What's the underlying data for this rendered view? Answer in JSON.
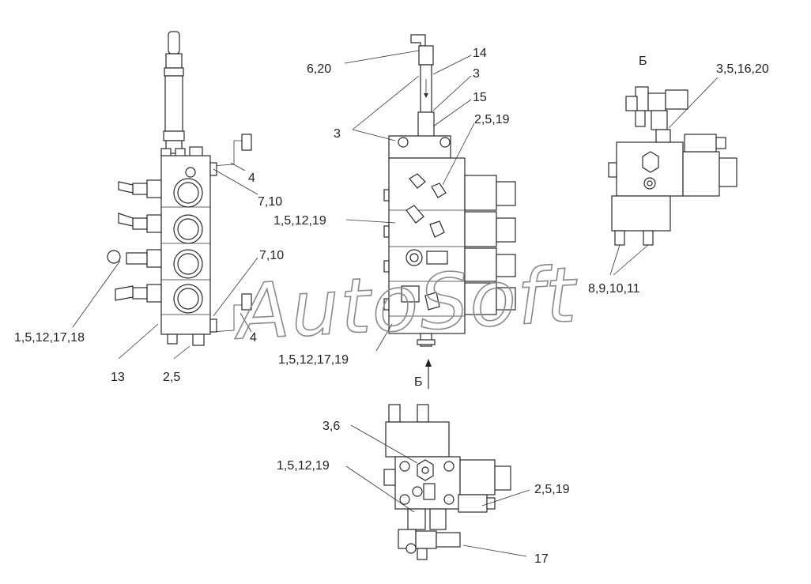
{
  "callouts": {
    "c_6_20": "6,20",
    "c_14": "14",
    "c_3_top": "3",
    "c_15": "15",
    "c_2_5_19_top": "2,5,19",
    "c_3_left": "3",
    "c_4_top": "4",
    "c_7_10_top": "7,10",
    "c_1_5_12_19_mid": "1,5,12,19",
    "c_7_10_mid": "7,10",
    "c_1_5_12_17_18": "1,5,12,17,18",
    "c_4_bottom": "4",
    "c_13": "13",
    "c_2_5": "2,5",
    "c_1_5_12_17_19": "1,5,12,17,19",
    "c_view_b_arrow": "Б",
    "c_view_b_title": "Б",
    "c_3_5_16_20": "3,5,16,20",
    "c_8_9_10_11": "8,9,10,11",
    "c_3_6": "3,6",
    "c_1_5_12_19_bottom": "1,5,12,19",
    "c_2_5_19_bottom": "2,5,19",
    "c_17": "17"
  },
  "watermark": "AutoSoft"
}
